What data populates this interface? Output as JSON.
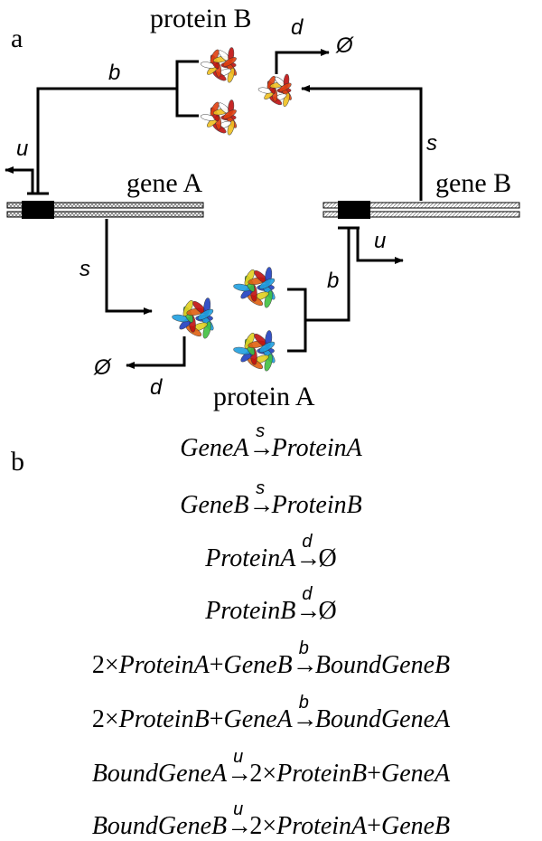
{
  "panel_a": {
    "label": "a",
    "gene_a": "gene A",
    "gene_b": "gene B",
    "protein_a": "protein A",
    "protein_b": "protein B",
    "rates": {
      "s": "s",
      "d": "d",
      "b": "b",
      "u": "u"
    },
    "null_symbol": "Ø"
  },
  "panel_b": {
    "label": "b",
    "equations": [
      {
        "lhs": "GeneA",
        "rate": "s",
        "rhs": "ProteinA"
      },
      {
        "lhs": "GeneB",
        "rate": "s",
        "rhs": "ProteinB"
      },
      {
        "lhs": "ProteinA",
        "rate": "d",
        "rhs": "Ø"
      },
      {
        "lhs": "ProteinB",
        "rate": "d",
        "rhs": "Ø"
      },
      {
        "lhs_coef": "2",
        "lhs": "ProteinA",
        "lhs2": "GeneB",
        "rate": "b",
        "rhs": "BoundGeneB"
      },
      {
        "lhs_coef": "2",
        "lhs": "ProteinB",
        "lhs2": "GeneA",
        "rate": "b",
        "rhs": "BoundGeneA"
      },
      {
        "lhs": "BoundGeneA",
        "rate": "u",
        "rhs_coef": "2",
        "rhs": "ProteinB",
        "rhs2": "GeneA"
      },
      {
        "lhs": "BoundGeneB",
        "rate": "u",
        "rhs_coef": "2",
        "rhs": "ProteinA",
        "rhs2": "GeneB"
      }
    ],
    "arrow_symbol": "→",
    "times_symbol": "×",
    "plus_symbol": "+"
  },
  "colors": {
    "line": "#000000",
    "gene_hatch": "#888888",
    "protein_a_palette": [
      "#2040c0",
      "#20a0e0",
      "#40c040",
      "#e0d020",
      "#e06010",
      "#c01010"
    ],
    "protein_b_palette": [
      "#c01010",
      "#e04010",
      "#f0c020",
      "#ffffff"
    ]
  }
}
